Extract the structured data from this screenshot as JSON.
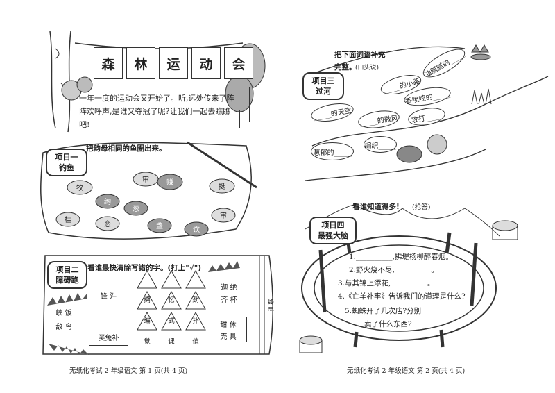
{
  "page1": {
    "title_chars": [
      "森",
      "林",
      "运",
      "动",
      "会"
    ],
    "intro": "一年一度的运动会又开始了。听,远处传来了阵阵欢呼声,是谁又夺冠了呢?让我们一起去瞧瞧吧!",
    "event1": {
      "tag": "项目一\n钓鱼",
      "instruction": "把韵母相同的鱼圈出来。",
      "fish_chars": [
        "牧",
        "审",
        "赚",
        "挺",
        "绚",
        "葱",
        "桂",
        "恋",
        "盏",
        "饮",
        "审"
      ]
    },
    "event2": {
      "tag": "项目二\n障碍跑",
      "instruction": "看谁最快清除写错的字。(打上\"√\")",
      "obstacles": [
        {
          "id": "fire1",
          "text": "峡 饭"
        },
        {
          "id": "fire2",
          "text": "敌 鸟"
        },
        {
          "id": "box1",
          "text": "锋 汼"
        },
        {
          "id": "box2",
          "text": "买兔补"
        },
        {
          "id": "fire3",
          "text": "迦 绝"
        },
        {
          "id": "fire4",
          "text": "齐 杯"
        },
        {
          "id": "box3",
          "text": "甜 休"
        },
        {
          "id": "box4",
          "text": "壳 具"
        }
      ],
      "triangles": [
        "搠",
        "忆",
        "劲",
        "编",
        "式",
        "扑",
        "觉",
        "课",
        "值"
      ],
      "finish": "终点"
    },
    "footer": "无纸化考试 2 年级语文    第 1 页(共 4 页)"
  },
  "page2": {
    "event3": {
      "tag": "项目三\n过河",
      "instruction": "把下面词语补充完整。",
      "instruction_note": "(口头说)",
      "stones": [
        "_____的小路",
        "油腻腻的_____",
        "_____的天空",
        "香喷喷的_____",
        "_____的微风",
        "攻打_____",
        "葱郁的_____",
        "编织_____"
      ]
    },
    "event4": {
      "tag": "项目四\n最强大脑",
      "instruction": "看谁知道得多!",
      "instruction_note": "(抢答)",
      "questions": [
        "1.__________,拂堤杨柳醉春烟。",
        "2.野火烧不尽,__________。",
        "3.与其锦上添花,__________。",
        "4.《亡羊补牢》告诉我们的道理是什么?",
        "5.蜘蛛开了几次店?分别",
        "卖了什么东西?"
      ]
    },
    "footer": "无纸化考试 2 年级语文    第 2 页(共 4 页)"
  }
}
